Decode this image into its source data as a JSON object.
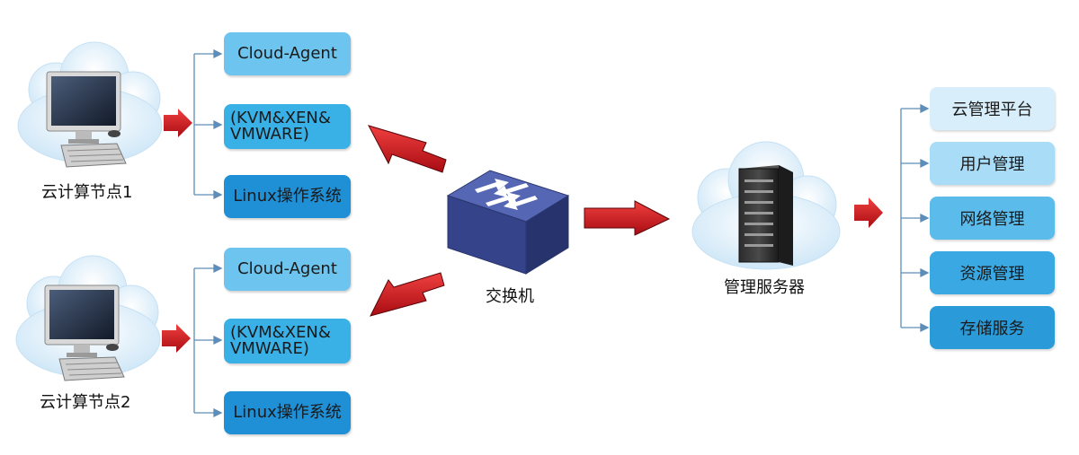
{
  "nodes": [
    {
      "label": "云计算节点1",
      "modules": [
        "Cloud-Agent",
        "(KVM&XEN&\nVMWARE)",
        "Linux操作系统"
      ]
    },
    {
      "label": "云计算节点2",
      "modules": [
        "Cloud-Agent",
        "(KVM&XEN&\nVMWARE)",
        "Linux操作系统"
      ]
    }
  ],
  "switch": {
    "label": "交换机",
    "icon": "network-switch-icon"
  },
  "server": {
    "label": "管理服务器",
    "icon": "server-rack-icon"
  },
  "services": [
    "云管理平台",
    "用户管理",
    "网络管理",
    "资源管理",
    "存储服务"
  ],
  "colors": {
    "box_light": "#6cc4ef",
    "box_mid": "#39b0e6",
    "box_dark": "#1f8fd6",
    "service_palest": "#d8eefb",
    "service_pale": "#a9dcf6",
    "service_mid": "#5bbbea",
    "service_dark": "#2b9ad9",
    "arrow_red": "#d2141d",
    "cloud": "#dbeefa",
    "connector": "#5d8db8",
    "switch_blue": "#3b4c9a"
  }
}
